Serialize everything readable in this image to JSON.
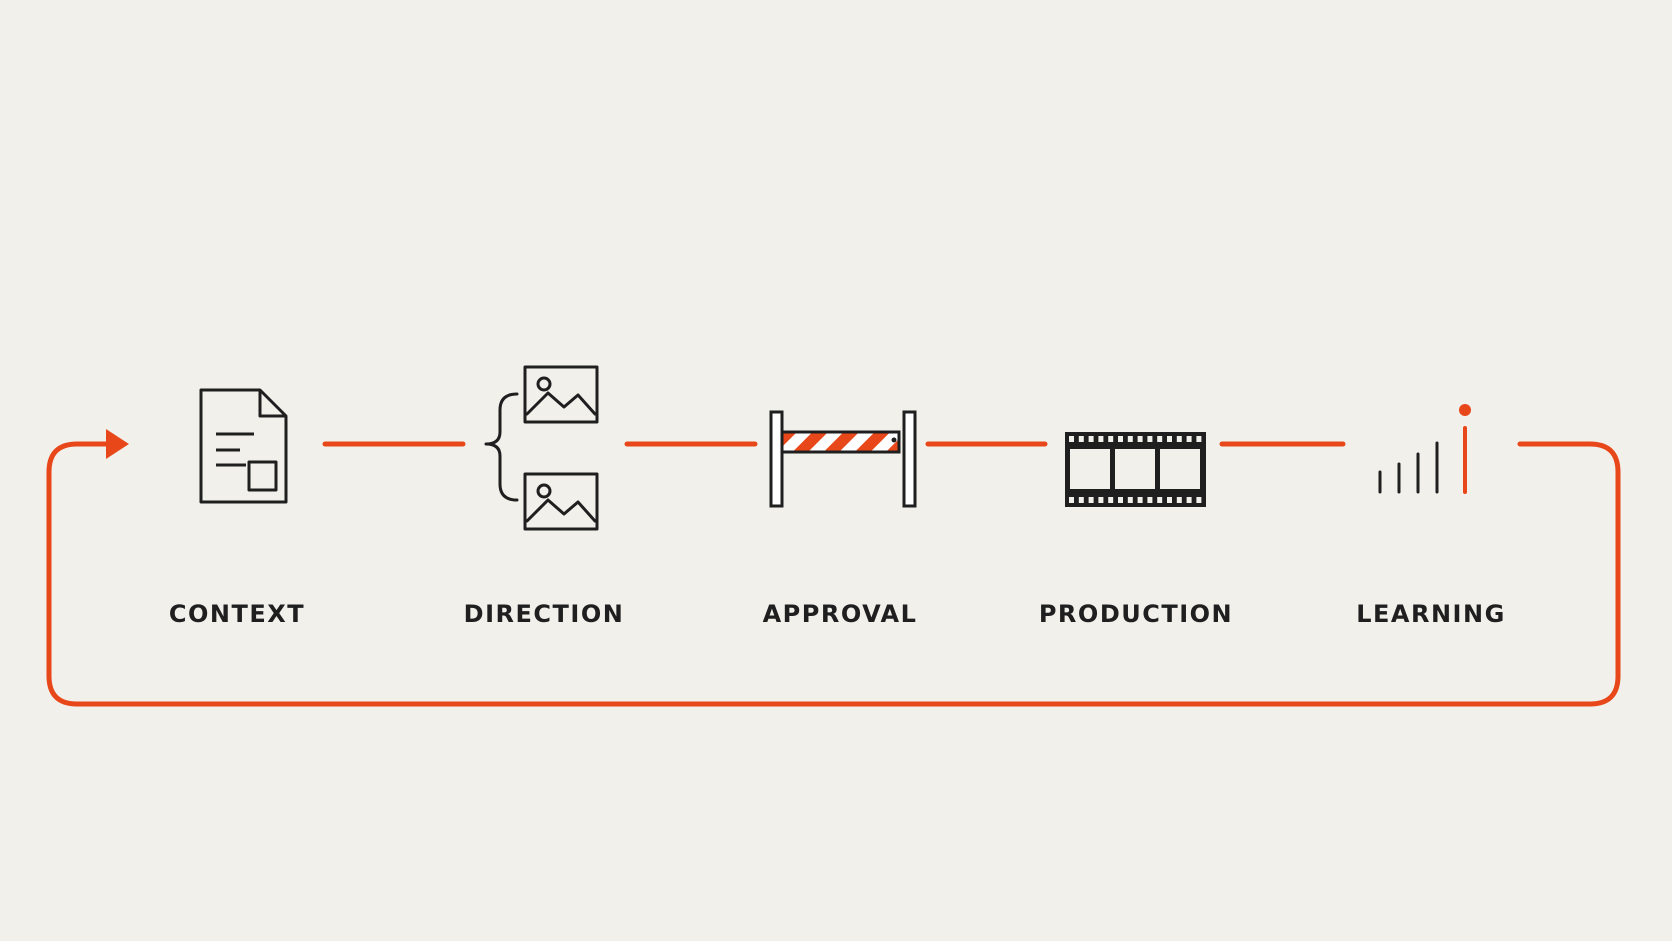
{
  "colors": {
    "background": "#f2f0eb",
    "accent": "#e8471a",
    "ink": "#1f1f1f"
  },
  "steps": [
    {
      "label": "CONTEXT",
      "icon": "document-icon"
    },
    {
      "label": "DIRECTION",
      "icon": "image-options-icon"
    },
    {
      "label": "APPROVAL",
      "icon": "barrier-icon"
    },
    {
      "label": "PRODUCTION",
      "icon": "film-strip-icon"
    },
    {
      "label": "LEARNING",
      "icon": "signal-bars-icon"
    }
  ]
}
